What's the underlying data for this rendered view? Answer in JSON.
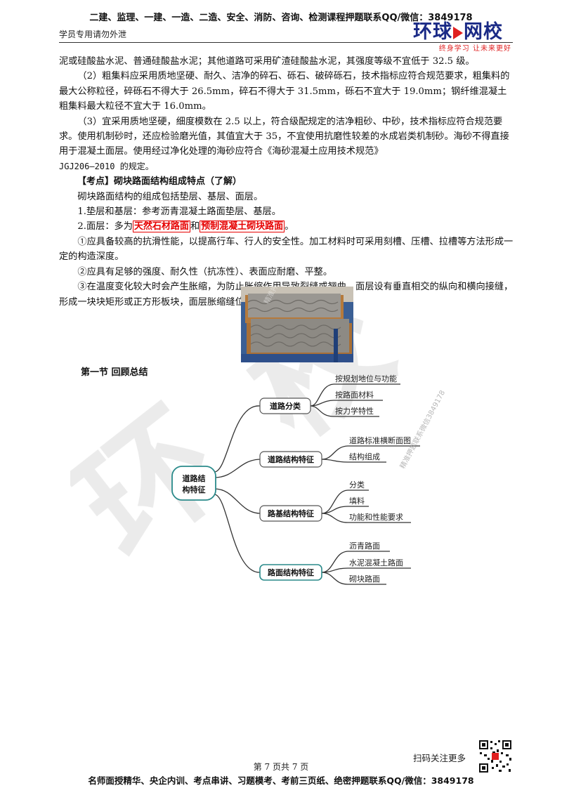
{
  "header": {
    "banner": "二建、监理、一建、一造、二造、安全、消防、咨询、检测课程押题联系QQ/微信：3849178",
    "notice": "学员专用请勿外泄",
    "logo_main_left": "环球",
    "logo_main_right": "网校",
    "logo_slogan": "终身学习  让未来更好"
  },
  "body": {
    "p1": "泥或硅酸盐水泥、普通硅酸盐水泥；其他道路可采用矿渣硅酸盐水泥，其强度等级不宜低于 32.5 级。",
    "p2": "（2）粗集料应采用质地坚硬、耐久、洁净的碎石、砾石、破碎砾石，技术指标应符合规范要求，粗集料的最大公称粒径，碎砾石不得大于 26.5mm，碎石不得大于 31.5mm，砾石不宜大于 19.0mm；钢纤维混凝土粗集料最大粒径不宜大于 16.0mm。",
    "p3": "（3）宜采用质地坚硬，细度模数在 2.5 以上，符合级配规定的洁净粗砂、中砂，技术指标应符合规范要求。使用机制砂时，还应检验磨光值，其值宜大于 35，不宜使用抗磨性较差的水成岩类机制砂。海砂不得直接用于混凝土面层。使用经过净化处理的海砂应符合《海砂混凝土应用技术规范》",
    "p3_code": "JGJ206—2010 的规定。",
    "kaodian": "【考点】砌块路面结构组成特点（了解）",
    "p4": "砌块路面结构的组成包括垫层、基层、面层。",
    "p5": "1.垫层和基层：参考沥青混凝土路面垫层、基层。",
    "p6_pre": "2.面层：多为",
    "p6_box1": "天然石材路面",
    "p6_mid": "和",
    "p6_box2": "预制混凝土砌块路面",
    "p6_post": "。",
    "p7": "①应具备较高的抗滑性能，以提高行车、行人的安全性。加工材料时可采用刻槽、压槽、拉槽等方法形成一定的构造深度。",
    "p8": "②应具有足够的强度、耐久性（抗冻性）、表面应耐磨、平整。",
    "p9": "③在温度变化较大时会产生胀缩，为防止胀缩作用导致裂缝或翘曲，面层设有垂直相交的纵向和横向接缝，形成一块块矩形或正方形板块，面层胀缩缝位置和基层一致。"
  },
  "photo": {
    "watermark_text": "精准押题联系微信3849178"
  },
  "section": {
    "title": "第一节  回顾总结"
  },
  "mindmap": {
    "root_line1": "道路结",
    "root_line2": "构特征",
    "branches": [
      {
        "label": "道路分类",
        "items": [
          "按规划地位与功能",
          "按路面材料",
          "按力学特性"
        ]
      },
      {
        "label": "道路结构特征",
        "items": [
          "道路标准横断面图",
          "结构组成"
        ]
      },
      {
        "label": "路基结构特征",
        "items": [
          "分类",
          "填料",
          "功能和性能要求"
        ]
      },
      {
        "label": "路面结构特征",
        "items": [
          "沥青路面",
          "水泥混凝土路面",
          "砌块路面"
        ]
      }
    ],
    "faint_text": "精准押题联系微信3849178"
  },
  "footer": {
    "page": "第 7 页共 7 页",
    "scan": "扫码关注更多",
    "banner": "名师面授精华、央企内训、考点串讲、习题模考、考前三页纸、绝密押题联系QQ/微信：3849178"
  },
  "colors": {
    "logo_blue": "#1a2a86",
    "logo_red": "#e02020",
    "highlight_red": "#e60000",
    "mindmap_teal": "#2a8a8a",
    "mindmap_dark": "#333333"
  }
}
